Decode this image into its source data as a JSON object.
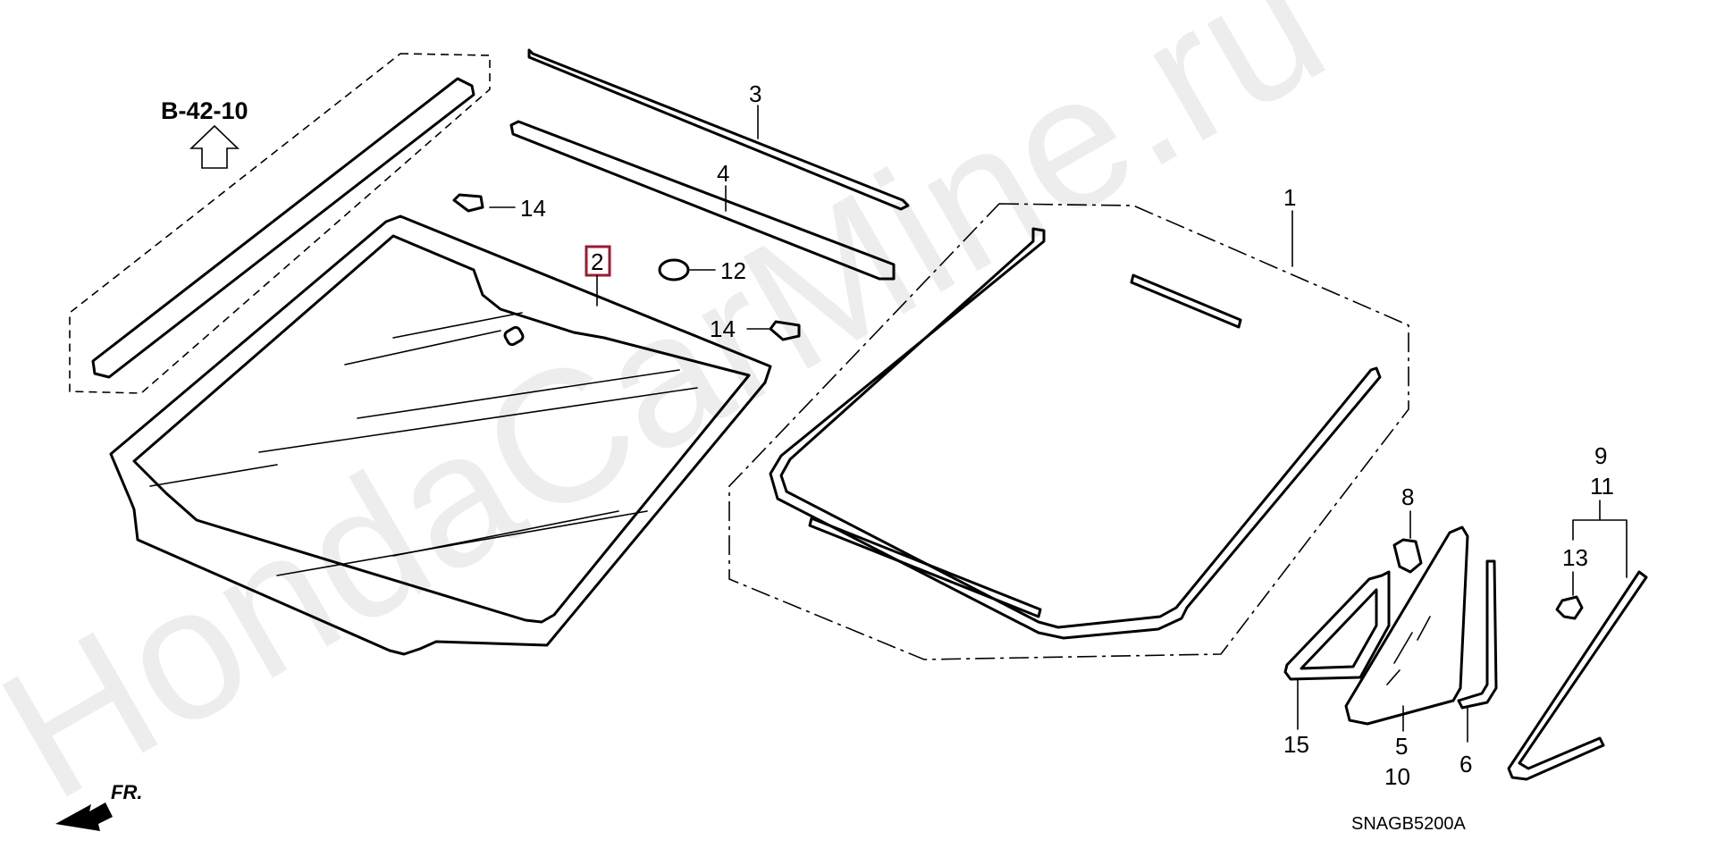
{
  "diagram": {
    "reference": "B-42-10",
    "code": "SNAGB5200A",
    "direction_label": "FR.",
    "watermark": "HondaCarMine.ru",
    "highlight_color": "#9b1b30",
    "callouts": {
      "c1": "1",
      "c2": "2",
      "c3": "3",
      "c4": "4",
      "c5": "5",
      "c6": "6",
      "c8": "8",
      "c9": "9",
      "c10": "10",
      "c11": "11",
      "c12": "12",
      "c13": "13",
      "c14a": "14",
      "c14b": "14",
      "c15": "15"
    }
  }
}
